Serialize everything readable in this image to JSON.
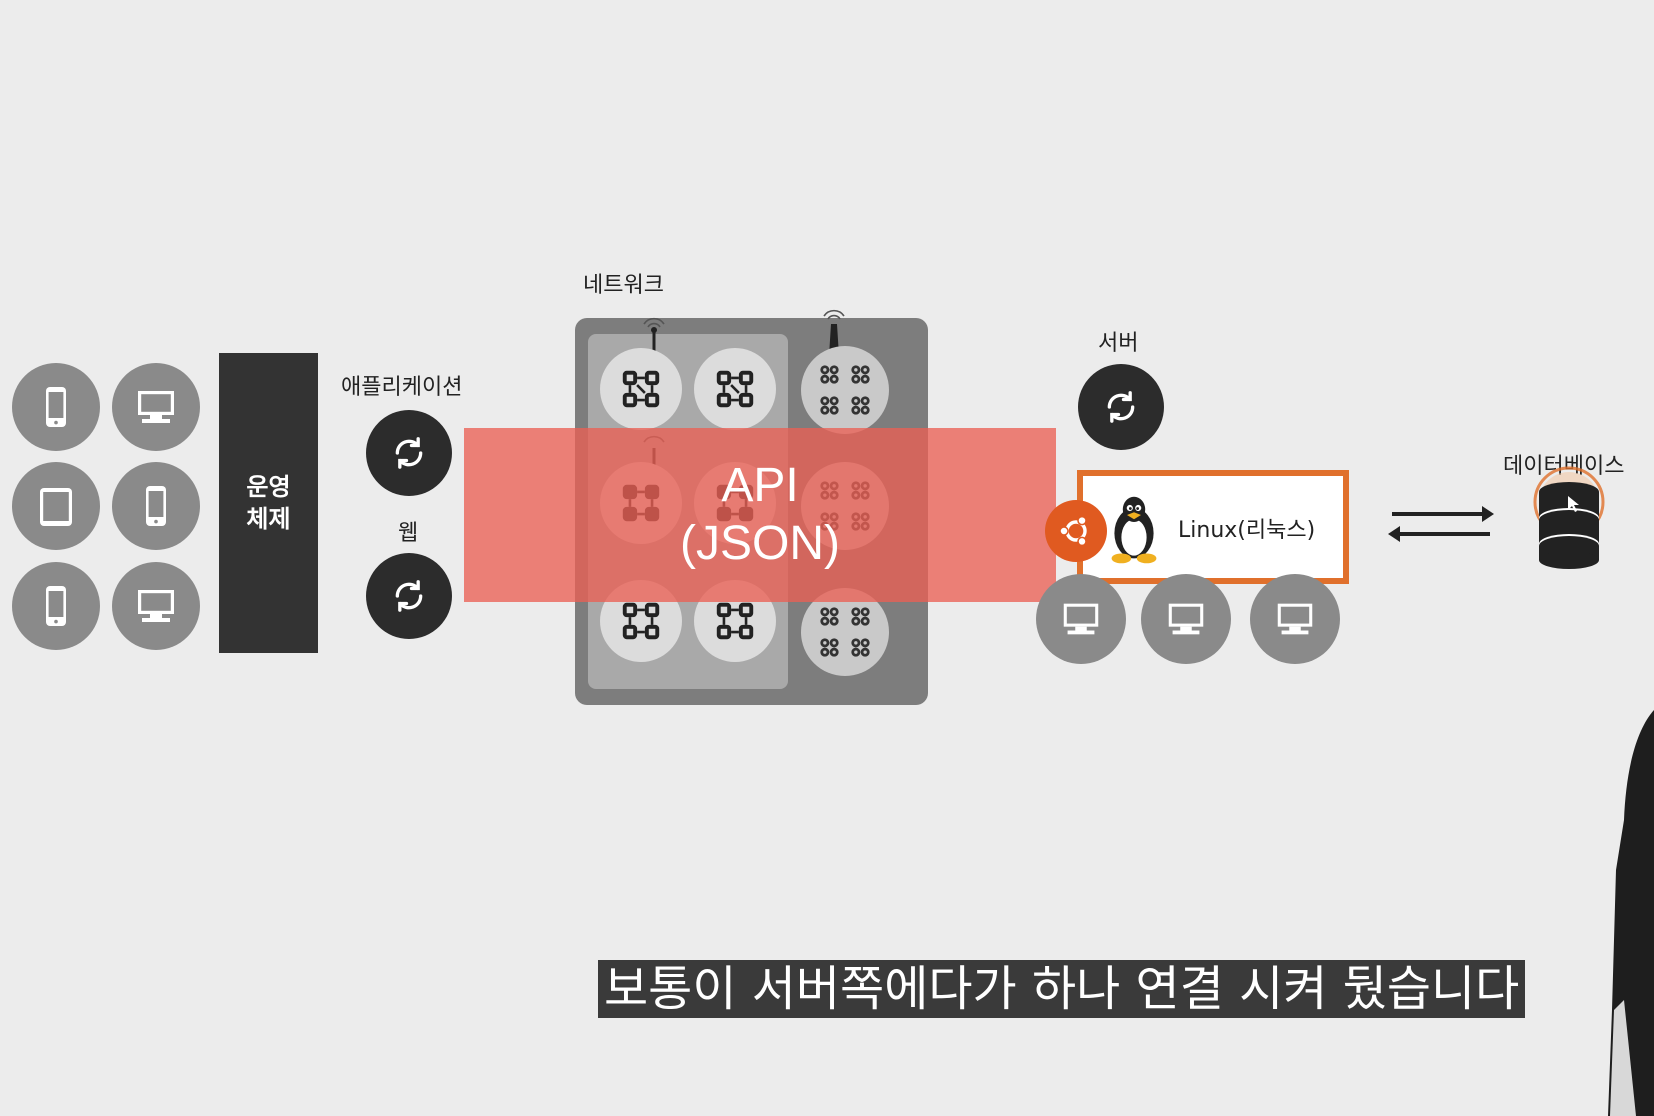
{
  "colors": {
    "background": "#ececec",
    "api_overlay": "#ea6054",
    "linux_border": "#e0702c",
    "ubuntu": "#e05a20"
  },
  "labels": {
    "os": "운영\n체제",
    "application": "애플리케이션",
    "web": "웹",
    "network": "네트워크",
    "server": "서버",
    "api_line1": "API",
    "api_line2": "(JSON)",
    "linux": "Linux(리눅스)",
    "database": "데이터베이스"
  },
  "client_devices": [
    "phone-icon",
    "monitor-icon",
    "tablet-icon",
    "phone-icon",
    "phone-icon",
    "monitor-icon"
  ],
  "subtitle": "보통이 서버쪽에다가 하나 연결 시켜 뒀습니다"
}
